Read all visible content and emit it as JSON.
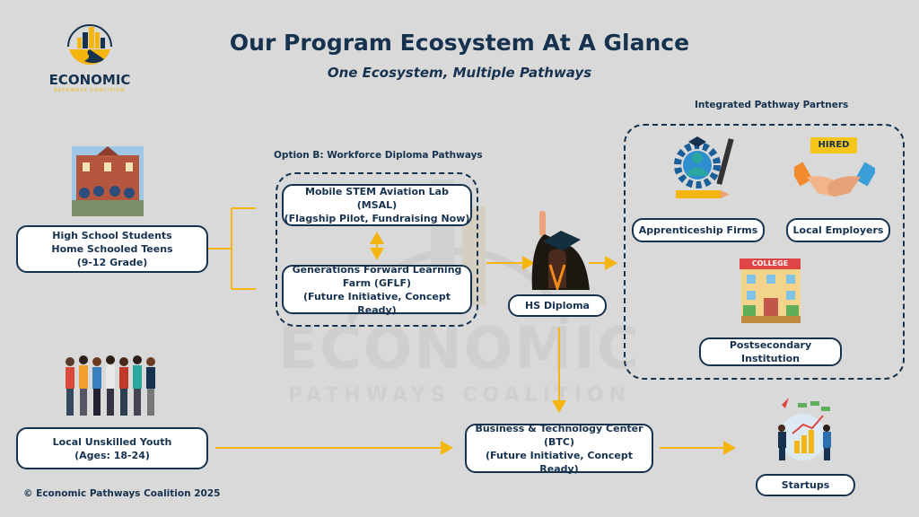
{
  "logo": {
    "name": "ECONOMIC",
    "tagline": "PATHWAYS COALITION"
  },
  "header": {
    "title": "Our Program Ecosystem At A Glance",
    "subtitle": "One Ecosystem, Multiple Pathways"
  },
  "watermark": {
    "line1": "ECONOMIC",
    "line2": "PATHWAYS COALITION"
  },
  "audiences": {
    "students": [
      "High School Students",
      "Home Schooled Teens",
      "(9-12 Grade)"
    ],
    "youth": [
      "Local Unskilled Youth",
      "(Ages: 18-24)"
    ]
  },
  "option_b": {
    "label": "Option B: Workforce Diploma Pathways",
    "msal": [
      "Mobile STEM Aviation Lab (MSAL)",
      "(Flagship Pilot, Fundraising Now)"
    ],
    "gflf": [
      "Generations Forward Learning",
      "Farm (GFLF)",
      "(Future Initiative, Concept Ready)"
    ]
  },
  "diploma": "HS Diploma",
  "partners": {
    "label": "Integrated Pathway Partners",
    "apprenticeship": "Apprenticeship Firms",
    "employers": "Local Employers",
    "employers_sign": "HIRED",
    "postsecondary": "Postsecondary Institution",
    "college_sign": "COLLEGE"
  },
  "btc": [
    "Business & Technology Center",
    "(BTC)",
    "(Future Initiative, Concept Ready)"
  ],
  "startups": "Startups",
  "footer": "© Economic Pathways Coalition 2025",
  "colors": {
    "navy": "#16324f",
    "gold": "#f5b50f",
    "bg": "#d9d9d9"
  }
}
